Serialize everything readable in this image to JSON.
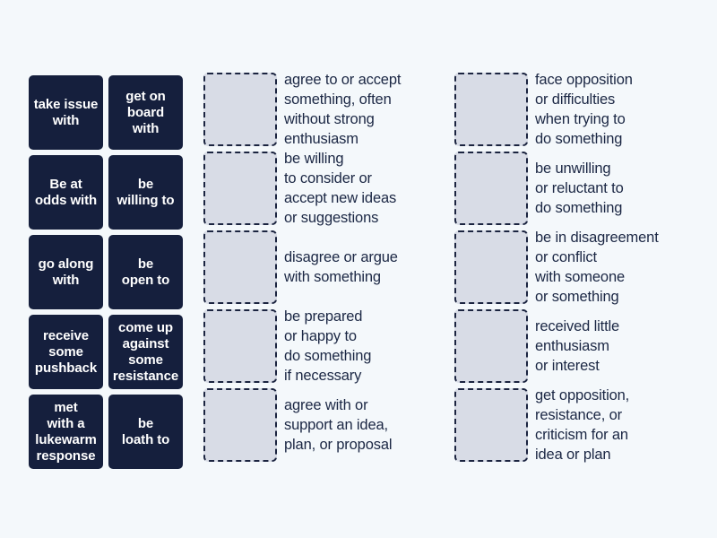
{
  "page": {
    "background_color": "#f4f8fb",
    "tile_color": "#151f3d",
    "tile_text_color": "#ffffff",
    "dropzone_fill": "#d8dce6",
    "dropzone_border_color": "#1b2440",
    "definition_text_color": "#1b2744"
  },
  "tile_bank": {
    "tiles": [
      {
        "label": "take issue\nwith"
      },
      {
        "label": "get on\nboard\nwith"
      },
      {
        "label": "Be at\nodds with"
      },
      {
        "label": "be\nwilling to"
      },
      {
        "label": "go along\nwith"
      },
      {
        "label": "be\nopen to"
      },
      {
        "label": "receive\nsome\npushback"
      },
      {
        "label": "come up\nagainst\nsome\nresistance"
      },
      {
        "label": "met\nwith a\nlukewarm\nresponse"
      },
      {
        "label": "be\nloath to"
      }
    ]
  },
  "answer_columns": [
    {
      "rows": [
        {
          "definition": "agree to or accept\nsomething, often\nwithout strong\nenthusiasm",
          "dropped_label": ""
        },
        {
          "definition": "be willing\nto consider or\naccept new ideas\nor suggestions",
          "dropped_label": ""
        },
        {
          "definition": "disagree or argue\nwith something",
          "dropped_label": ""
        },
        {
          "definition": "be prepared\nor happy to\ndo something\nif necessary",
          "dropped_label": ""
        },
        {
          "definition": "agree with or\nsupport an idea,\nplan, or proposal",
          "dropped_label": ""
        }
      ]
    },
    {
      "rows": [
        {
          "definition": "face opposition\nor difficulties\nwhen trying to\ndo something",
          "dropped_label": ""
        },
        {
          "definition": "be unwilling\nor reluctant to\ndo something",
          "dropped_label": ""
        },
        {
          "definition": "be in disagreement\nor conflict\nwith someone\nor something",
          "dropped_label": ""
        },
        {
          "definition": "received little\nenthusiasm\nor interest",
          "dropped_label": ""
        },
        {
          "definition": "get opposition,\nresistance, or\ncriticism for an\nidea or plan",
          "dropped_label": ""
        }
      ]
    }
  ]
}
